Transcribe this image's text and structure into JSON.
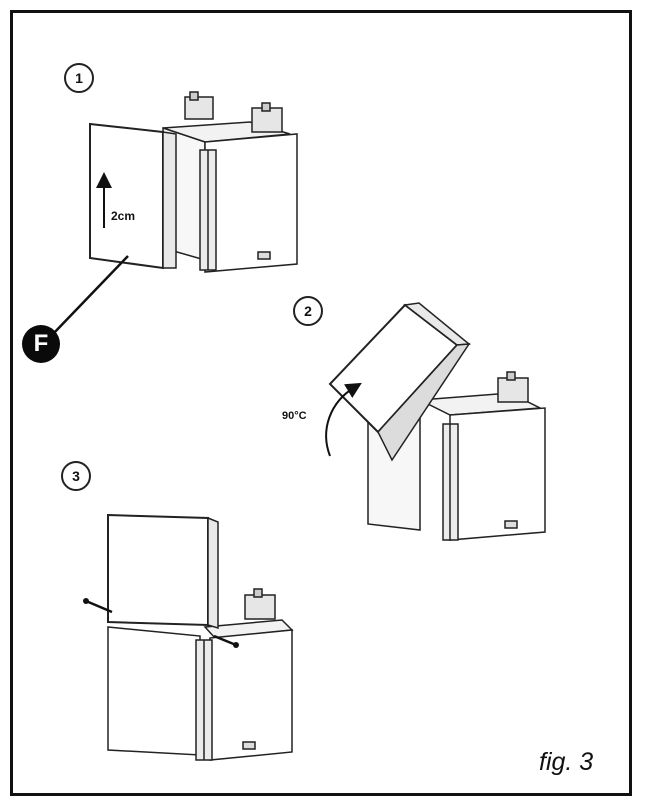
{
  "steps": [
    {
      "number": "1",
      "measure": "2cm"
    },
    {
      "number": "2",
      "angle": "90°C"
    },
    {
      "number": "3"
    }
  ],
  "part_label": "F",
  "caption": "fig. 3"
}
